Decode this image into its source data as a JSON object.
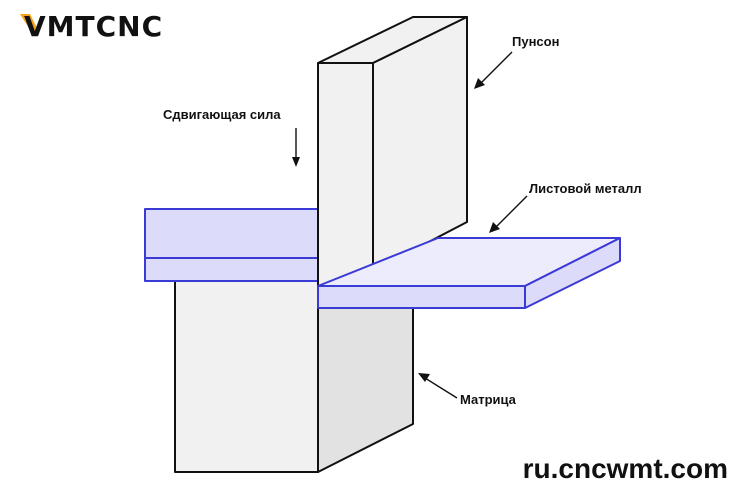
{
  "brand": {
    "logo_text": "VMTCNC",
    "accent_color": "#f7a21b"
  },
  "labels": {
    "punch": "Пунсон",
    "force": "Сдвигающая сила",
    "sheet_metal": "Листовой металл",
    "die": "Матрица"
  },
  "watermark": {
    "url": "ru.cncwmt.com"
  },
  "colors": {
    "sheet_fill": "#dcdcfa",
    "sheet_stroke": "#3a3ad6",
    "tool_fill": "#f1f1f1",
    "outline": "#111111"
  }
}
